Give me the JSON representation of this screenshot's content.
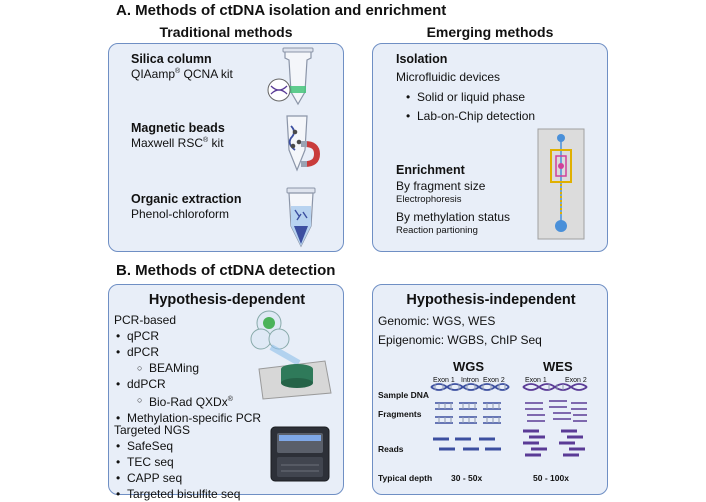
{
  "sectionA": {
    "title": "A. Methods of ctDNA isolation and enrichment",
    "traditional": {
      "heading": "Traditional methods",
      "methods": [
        {
          "name": "Silica column",
          "kit_pre": "QIAamp",
          "kit_mark": "®",
          "kit_post": " QCNA kit"
        },
        {
          "name": "Magnetic beads",
          "kit_pre": "Maxwell RSC",
          "kit_mark": "®",
          "kit_post": " kit"
        },
        {
          "name": "Organic extraction",
          "kit_pre": "Phenol-chloroform",
          "kit_mark": "",
          "kit_post": ""
        }
      ]
    },
    "emerging": {
      "heading": "Emerging methods",
      "isolation_title": "Isolation",
      "isolation_text": "Microfluidic devices",
      "isolation_bullets": [
        "Solid or liquid phase",
        "Lab-on-Chip detection"
      ],
      "enrichment_title": "Enrichment",
      "by_size": "By fragment size",
      "by_size_sub": "Electrophoresis",
      "by_methylation": "By methylation status",
      "by_methylation_sub": "Reaction partioning"
    }
  },
  "sectionB": {
    "title": "B. Methods of ctDNA detection",
    "dependent": {
      "heading": "Hypothesis-dependent",
      "pcr_heading": "PCR-based",
      "items": [
        {
          "text": "qPCR",
          "level": 1
        },
        {
          "text": "dPCR",
          "level": 1
        },
        {
          "text": "BEAMing",
          "level": 2
        },
        {
          "text": "ddPCR",
          "level": 1
        },
        {
          "text": "Bio-Rad QXDx",
          "mark": "®",
          "level": 2
        },
        {
          "text": "Methylation-specific PCR",
          "level": 1
        }
      ],
      "ngs_heading": "Targeted NGS",
      "ngs_items": [
        "SafeSeq",
        "TEC seq",
        "CAPP seq",
        "Targeted bisulfite seq"
      ]
    },
    "independent": {
      "heading": "Hypothesis-independent",
      "genomic": "Genomic: WGS, WES",
      "epigenomic": "Epigenomic: WGBS, ChIP Seq",
      "wgs_title": "WGS",
      "wes_title": "WES",
      "exon1": "Exon 1",
      "intron": "Intron",
      "exon2": "Exon 2",
      "wes_exon1": "Exon 1",
      "wes_exon2": "Exon 2",
      "row_labels": {
        "sample": "Sample DNA",
        "fragments": "Fragments",
        "reads": "Reads",
        "depth": "Typical depth"
      },
      "wgs_depth": "30 - 50x",
      "wes_depth": "50 - 100x"
    }
  },
  "colors": {
    "panel_bg": "#e8eef8",
    "panel_border": "#6f8fc4",
    "dna_blue": "#3c4fa0",
    "dna_purple": "#5a3b96",
    "dna_gray": "#8f9bb3"
  }
}
